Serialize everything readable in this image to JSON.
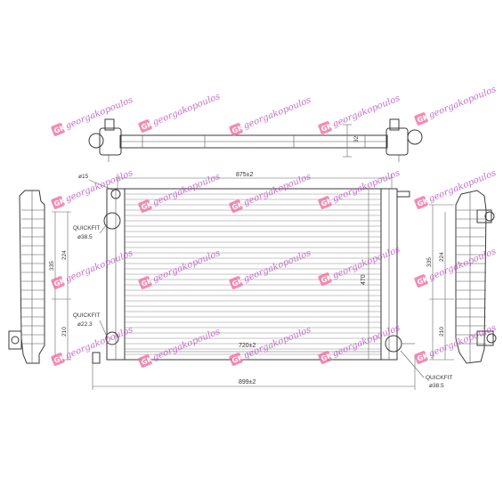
{
  "watermark": {
    "brand": "georgakopoulos",
    "logo_letters": "GK",
    "color": "#b23bb8"
  },
  "dimensions": {
    "top_width": "875±2",
    "bottom_core_width": "720±2",
    "overall_width": "899±2",
    "core_height": "470",
    "side_height_left_upper": "224",
    "side_height_left_total": "335",
    "side_height_left_lower": "210",
    "side_height_right_upper": "224",
    "side_height_right_total": "335",
    "side_height_right_lower": "210",
    "top_view_depth": "32",
    "pipe_diameter_small": "ø15"
  },
  "connectors": {
    "upper_left_label": "QUICKFIT",
    "upper_left_diameter": "ø38.5",
    "lower_left_label": "QUICKFIT",
    "lower_left_diameter": "ø22.3",
    "lower_right_label": "QUICKFIT",
    "lower_right_diameter": "ø38.5"
  }
}
